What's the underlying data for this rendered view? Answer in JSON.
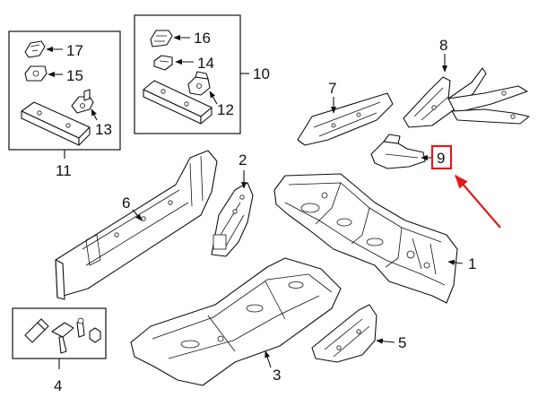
{
  "callouts": {
    "c1": "1",
    "c2": "2",
    "c3": "3",
    "c4": "4",
    "c5": "5",
    "c6": "6",
    "c7": "7",
    "c8": "8",
    "c9": "9",
    "c10": "10",
    "c11": "11",
    "c12": "12",
    "c13": "13",
    "c14": "14",
    "c15": "15",
    "c16": "16",
    "c17": "17"
  },
  "highlight": {
    "callout": "9",
    "color": "#e01b1b"
  },
  "colors": {
    "line": "#111111",
    "background": "#ffffff"
  }
}
